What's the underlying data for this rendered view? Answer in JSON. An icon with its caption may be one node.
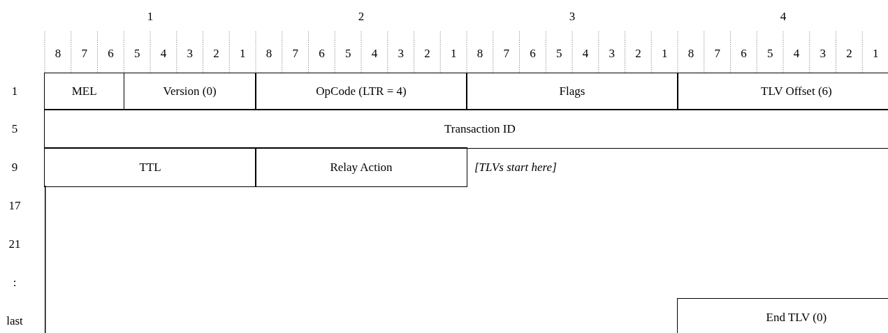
{
  "diagram": {
    "nodes": [
      {
        "text": [
          "MEL"
        ]
      },
      {
        "text": [
          "Version (0)"
        ]
      },
      {
        "text": [
          "OpCode (LTR = 4)"
        ]
      },
      {
        "text": [
          "Flags"
        ]
      },
      {
        "text": [
          "TLV Offset (6)"
        ]
      },
      {
        "text": [
          "Transaction ID"
        ]
      },
      {
        "text": [
          "TTL"
        ]
      },
      {
        "text": [
          "Relay Action"
        ]
      },
      {
        "text": [
          "End TLV (0)"
        ]
      }
    ],
    "labels": [
      "1",
      "2",
      "3",
      "4",
      "8",
      "7",
      "6",
      "5",
      "4",
      "3",
      "2",
      "1",
      "8",
      "7",
      "6",
      "5",
      "4",
      "3",
      "2",
      "1",
      "8",
      "7",
      "6",
      "5",
      "4",
      "3",
      "2",
      "1",
      "8",
      "7",
      "6",
      "5",
      "4",
      "3",
      "2",
      "1",
      "1",
      "5",
      "9",
      "[TLVs start here]",
      "17",
      "21",
      ":",
      "last"
    ]
  }
}
